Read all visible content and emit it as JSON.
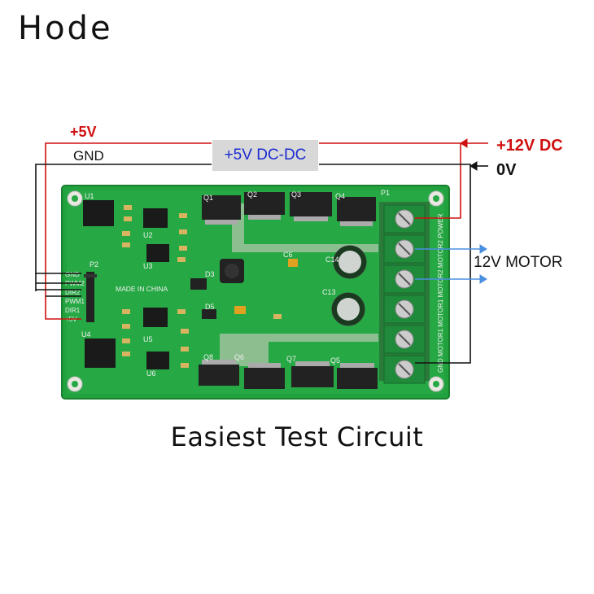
{
  "brand": {
    "name": "Hode"
  },
  "labels": {
    "plus5v": "+5V",
    "gnd": "GND",
    "dcdc": "+5V DC-DC",
    "plus12v": "+12V DC",
    "zero_v": "0V",
    "motor": "12V MOTOR"
  },
  "caption": "Easiest Test Circuit",
  "board": {
    "silk_header": [
      "GND",
      "PWM2",
      "DIR2",
      "PWM1",
      "DIR1",
      "+5V"
    ],
    "made_in": "MADE IN CHINA",
    "terminal_label": "GND MOTOR1 MOTOR1 MOTOR2 MOTOR2 POWER",
    "refs": {
      "p1": "P1",
      "p2": "P2",
      "u1": "U1",
      "u2": "U2",
      "u3": "U3",
      "u4": "U4",
      "u5": "U5",
      "u6": "U6",
      "q1": "Q1",
      "q2": "Q2",
      "q3": "Q3",
      "q4": "Q4",
      "q5": "Q5",
      "q6": "Q6",
      "q7": "Q7",
      "q8": "Q8",
      "c14": "C14",
      "c13": "C13",
      "c6": "C6",
      "d3": "D3",
      "d5": "D5"
    }
  },
  "colors": {
    "board": "#1f9a3c",
    "wire_red": "#d01010",
    "wire_black": "#111111",
    "arrow_blue": "#4a90e0"
  }
}
